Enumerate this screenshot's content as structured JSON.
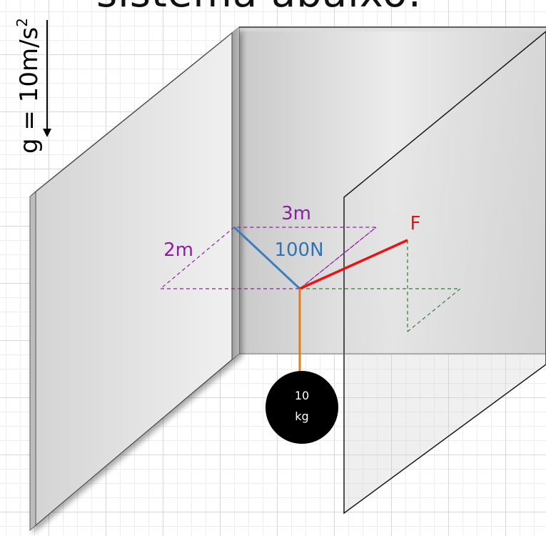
{
  "title": "sistema abaixo:",
  "gravity": {
    "label": "g = 10m/s",
    "exponent": "2"
  },
  "dimensions": {
    "width_label": "3m",
    "depth_label": "2m"
  },
  "tension_label": "100N",
  "force_label": "F",
  "mass": {
    "value": "10",
    "unit": "kg"
  },
  "colors": {
    "dimension_lines": "#8b1fa0",
    "tension_cable": "#3a7ebf",
    "tension_text": "#2e74b5",
    "force_cable": "#ee1111",
    "rope": "#e57a1a",
    "helper_lines": "#2f7d2f",
    "mass": "#000000"
  }
}
